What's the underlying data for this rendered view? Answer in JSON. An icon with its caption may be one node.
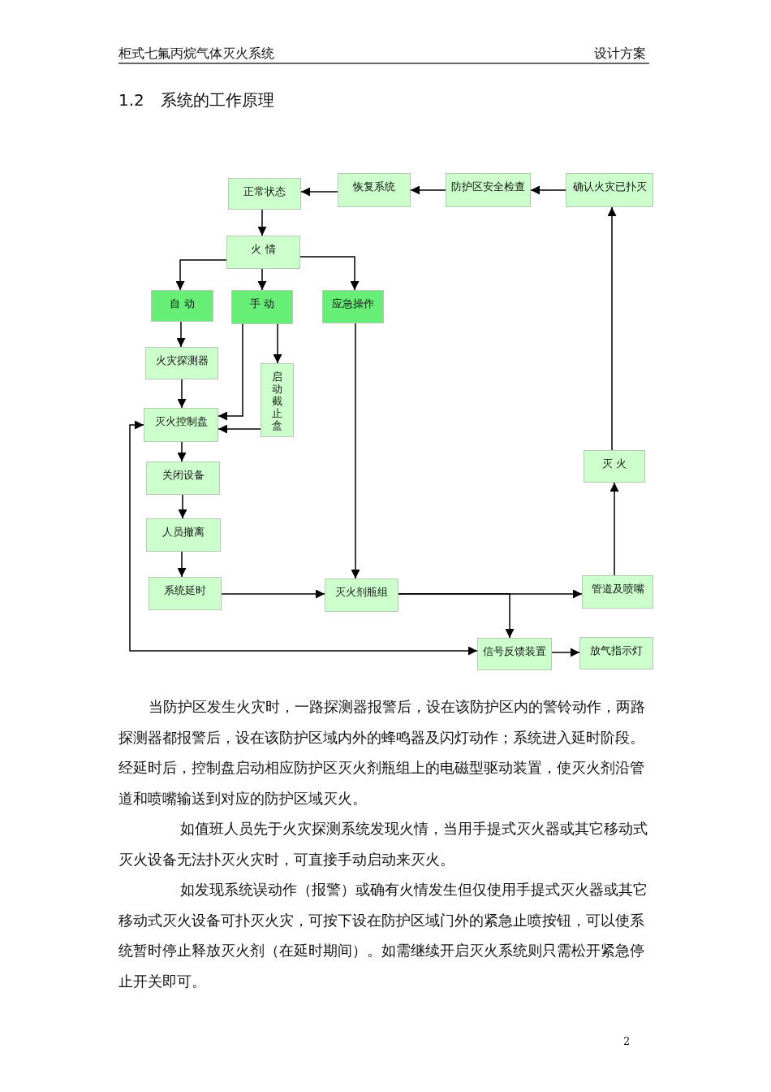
{
  "diagram": {
    "title": "1.2　系统的工作原理",
    "nodes": [
      {
        "text": [
          "正常状态"
        ]
      },
      {
        "text": [
          "恢复系统"
        ]
      },
      {
        "text": [
          "防护区安全检查"
        ]
      },
      {
        "text": [
          "确认火灾已扑灭"
        ]
      },
      {
        "text": [
          "火 情"
        ]
      },
      {
        "text": [
          "自 动"
        ]
      },
      {
        "text": [
          "手 动"
        ]
      },
      {
        "text": [
          "应急操作"
        ]
      },
      {
        "text": [
          "火灾探测器"
        ]
      },
      {
        "text": [
          "启动截止盒"
        ]
      },
      {
        "text": [
          "灭火控制盘"
        ]
      },
      {
        "text": [
          "关闭设备"
        ]
      },
      {
        "text": [
          "人员撤离"
        ]
      },
      {
        "text": [
          "系统延时"
        ]
      },
      {
        "text": [
          "灭火剂瓶组"
        ]
      },
      {
        "text": [
          "信号反馈装置"
        ]
      },
      {
        "text": [
          "放气指示灯"
        ]
      },
      {
        "text": [
          "管道及喷嘴"
        ]
      },
      {
        "text": [
          "灭 火"
        ]
      }
    ],
    "edges": [
      {
        "from": 3,
        "to": 2,
        "arrow": "to"
      },
      {
        "from": 2,
        "to": 1,
        "arrow": "to"
      },
      {
        "from": 1,
        "to": 0,
        "arrow": "to"
      },
      {
        "from": 0,
        "to": 4,
        "arrow": "to"
      },
      {
        "from": 4,
        "to": 5,
        "arrow": "to"
      },
      {
        "from": 4,
        "to": 6,
        "arrow": "to"
      },
      {
        "from": 4,
        "to": 7,
        "arrow": "to"
      },
      {
        "from": 5,
        "to": 8,
        "arrow": "to"
      },
      {
        "from": 8,
        "to": 10,
        "arrow": "to"
      },
      {
        "from": 6,
        "to": 10,
        "arrow": "to"
      },
      {
        "from": 6,
        "to": 9,
        "arrow": "to"
      },
      {
        "from": 9,
        "to": 10,
        "arrow": "to"
      },
      {
        "from": 7,
        "to": 14,
        "arrow": "to"
      },
      {
        "from": 10,
        "to": 11,
        "arrow": "to"
      },
      {
        "from": 11,
        "to": 12,
        "arrow": "to"
      },
      {
        "from": 12,
        "to": 13,
        "arrow": "to"
      },
      {
        "from": 13,
        "to": 14,
        "arrow": "to"
      },
      {
        "from": 14,
        "to": 17,
        "arrow": "to"
      },
      {
        "from": 14,
        "to": 15,
        "arrow": "to"
      },
      {
        "from": 17,
        "to": 18,
        "arrow": "to"
      },
      {
        "from": 18,
        "to": 3,
        "arrow": "to"
      },
      {
        "from": 10,
        "to": 15,
        "arrow": "both"
      },
      {
        "from": 15,
        "to": 16,
        "arrow": "to"
      }
    ],
    "labels": [
      "柜式七氟丙烷气体灭火系统",
      "设计方案",
      "当防护区发生火灾时，一路探测器报警后，设在该防护区内的警铃动作，两路探测器都报警后，设在该防护区域内外的蜂鸣器及闪灯动作；系统进入延时阶段。经延时后，控制盘启动相应防护区灭火剂瓶组上的电磁型驱动装置，使灭火剂沿管道和喷嘴输送到对应的防护区域灭火。",
      "如值班人员先于火灾探测系统发现火情，当用手提式灭火器或其它移动式灭火设备无法扑灭火灾时，可直接手动启动来灭火。",
      "如发现系统误动作（报警）或确有火情发生但仅使用手提式灭火器或其它移动式灭火设备可扑灭火灾，可按下设在防护区域门外的紧急止喷按钮，可以使系统暂时停止释放灭火剂（在延时期间）。如需继续开启灭火系统则只需松开紧急停止开关即可。",
      "2"
    ]
  }
}
